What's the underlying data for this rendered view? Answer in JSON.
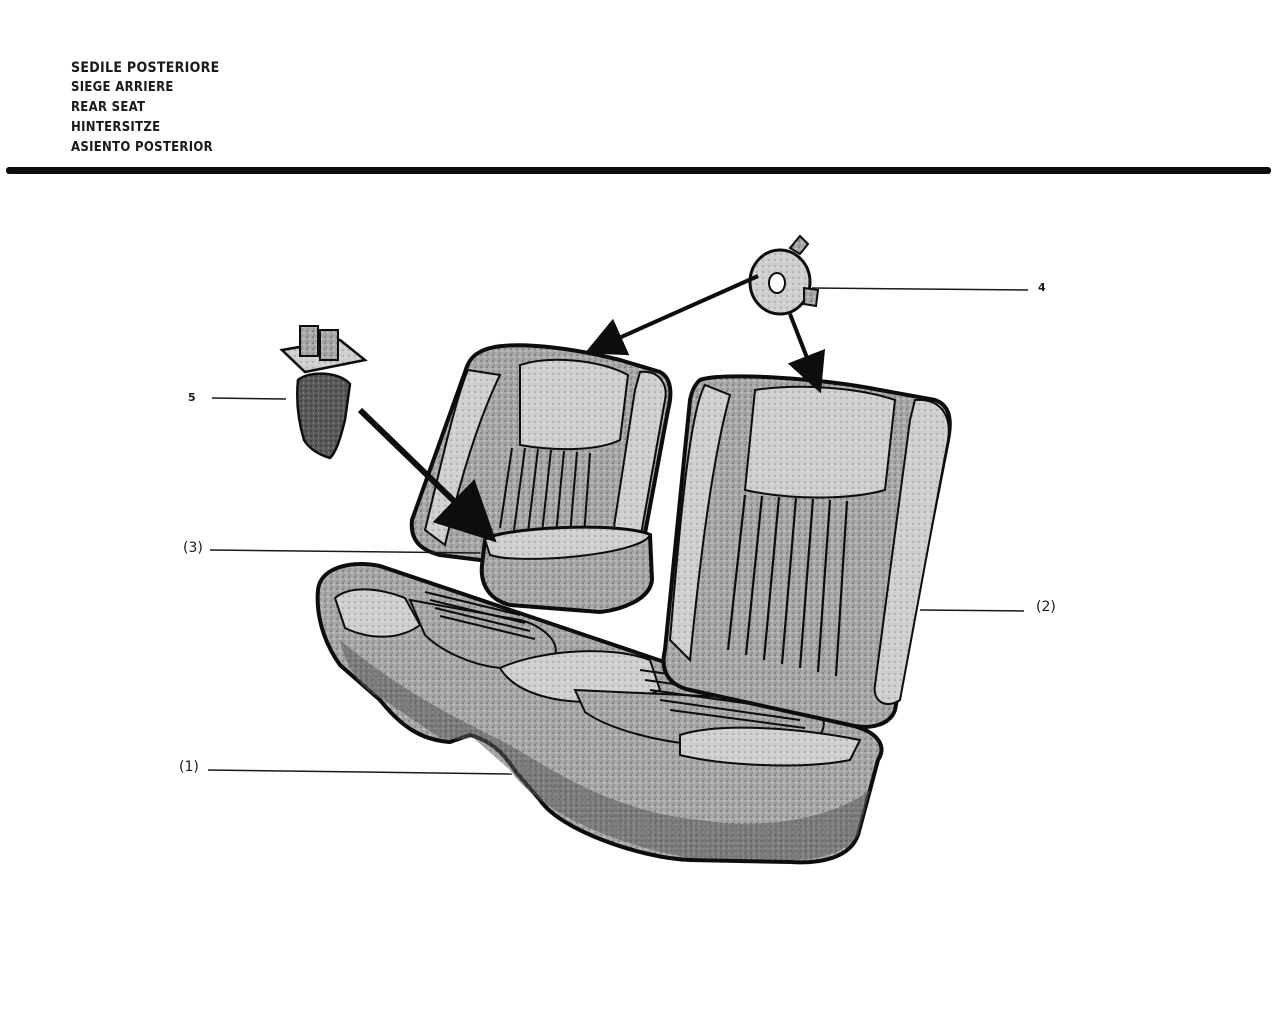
{
  "header": {
    "titles": [
      "SEDILE POSTERIORE",
      "SIEGE ARRIERE",
      "REAR SEAT",
      "HINTERSITZE",
      "ASIENTO POSTERIOR"
    ]
  },
  "callouts": {
    "cushion": "(1)",
    "backrest": "(2)",
    "armrest": "(3)",
    "grommet": "4",
    "clip": "5"
  },
  "colors": {
    "ink": "#111111",
    "fabric": "#9a9a9a",
    "fabric_light": "#c8c8c8",
    "fabric_dark": "#4a4a4a",
    "paper": "#ffffff"
  }
}
